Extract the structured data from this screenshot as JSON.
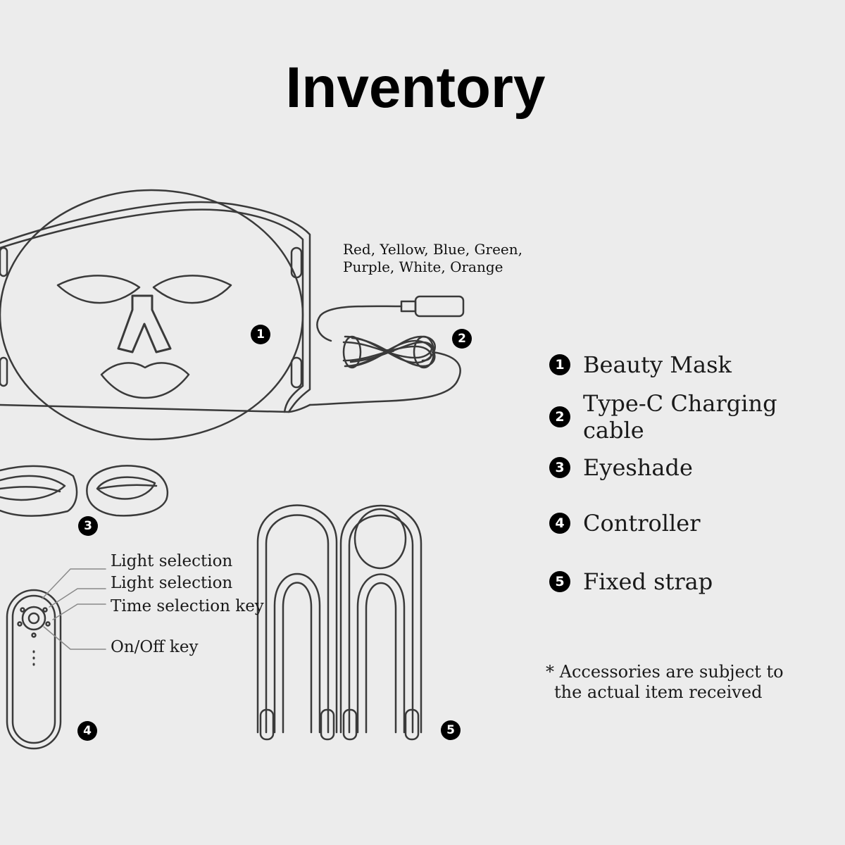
{
  "title": "Inventory",
  "cable_colors": [
    "Red, Yellow, Blue, Green,",
    "Purple, White, Orange"
  ],
  "controller_labels": [
    "Light selection",
    "Light selection",
    "Time selection key",
    "On/Off key"
  ],
  "legend": [
    {
      "num": "1",
      "label": "Beauty Mask"
    },
    {
      "num": "2",
      "label": "Type-C Charging cable"
    },
    {
      "num": "3",
      "label": "Eyeshade"
    },
    {
      "num": "4",
      "label": "Controller"
    },
    {
      "num": "5",
      "label": "Fixed strap"
    }
  ],
  "markers": [
    "1",
    "2",
    "3",
    "4",
    "5"
  ],
  "note": {
    "line1": "* Accessories are subject to",
    "line2": "the actual item received"
  },
  "colors": {
    "background": "#ececec",
    "line": "#3a3a3a",
    "marker": "#000000"
  },
  "icons": [
    "led-mask-icon",
    "usb-c-cable-icon",
    "eyeshade-icon",
    "controller-icon",
    "fixed-strap-icon"
  ]
}
